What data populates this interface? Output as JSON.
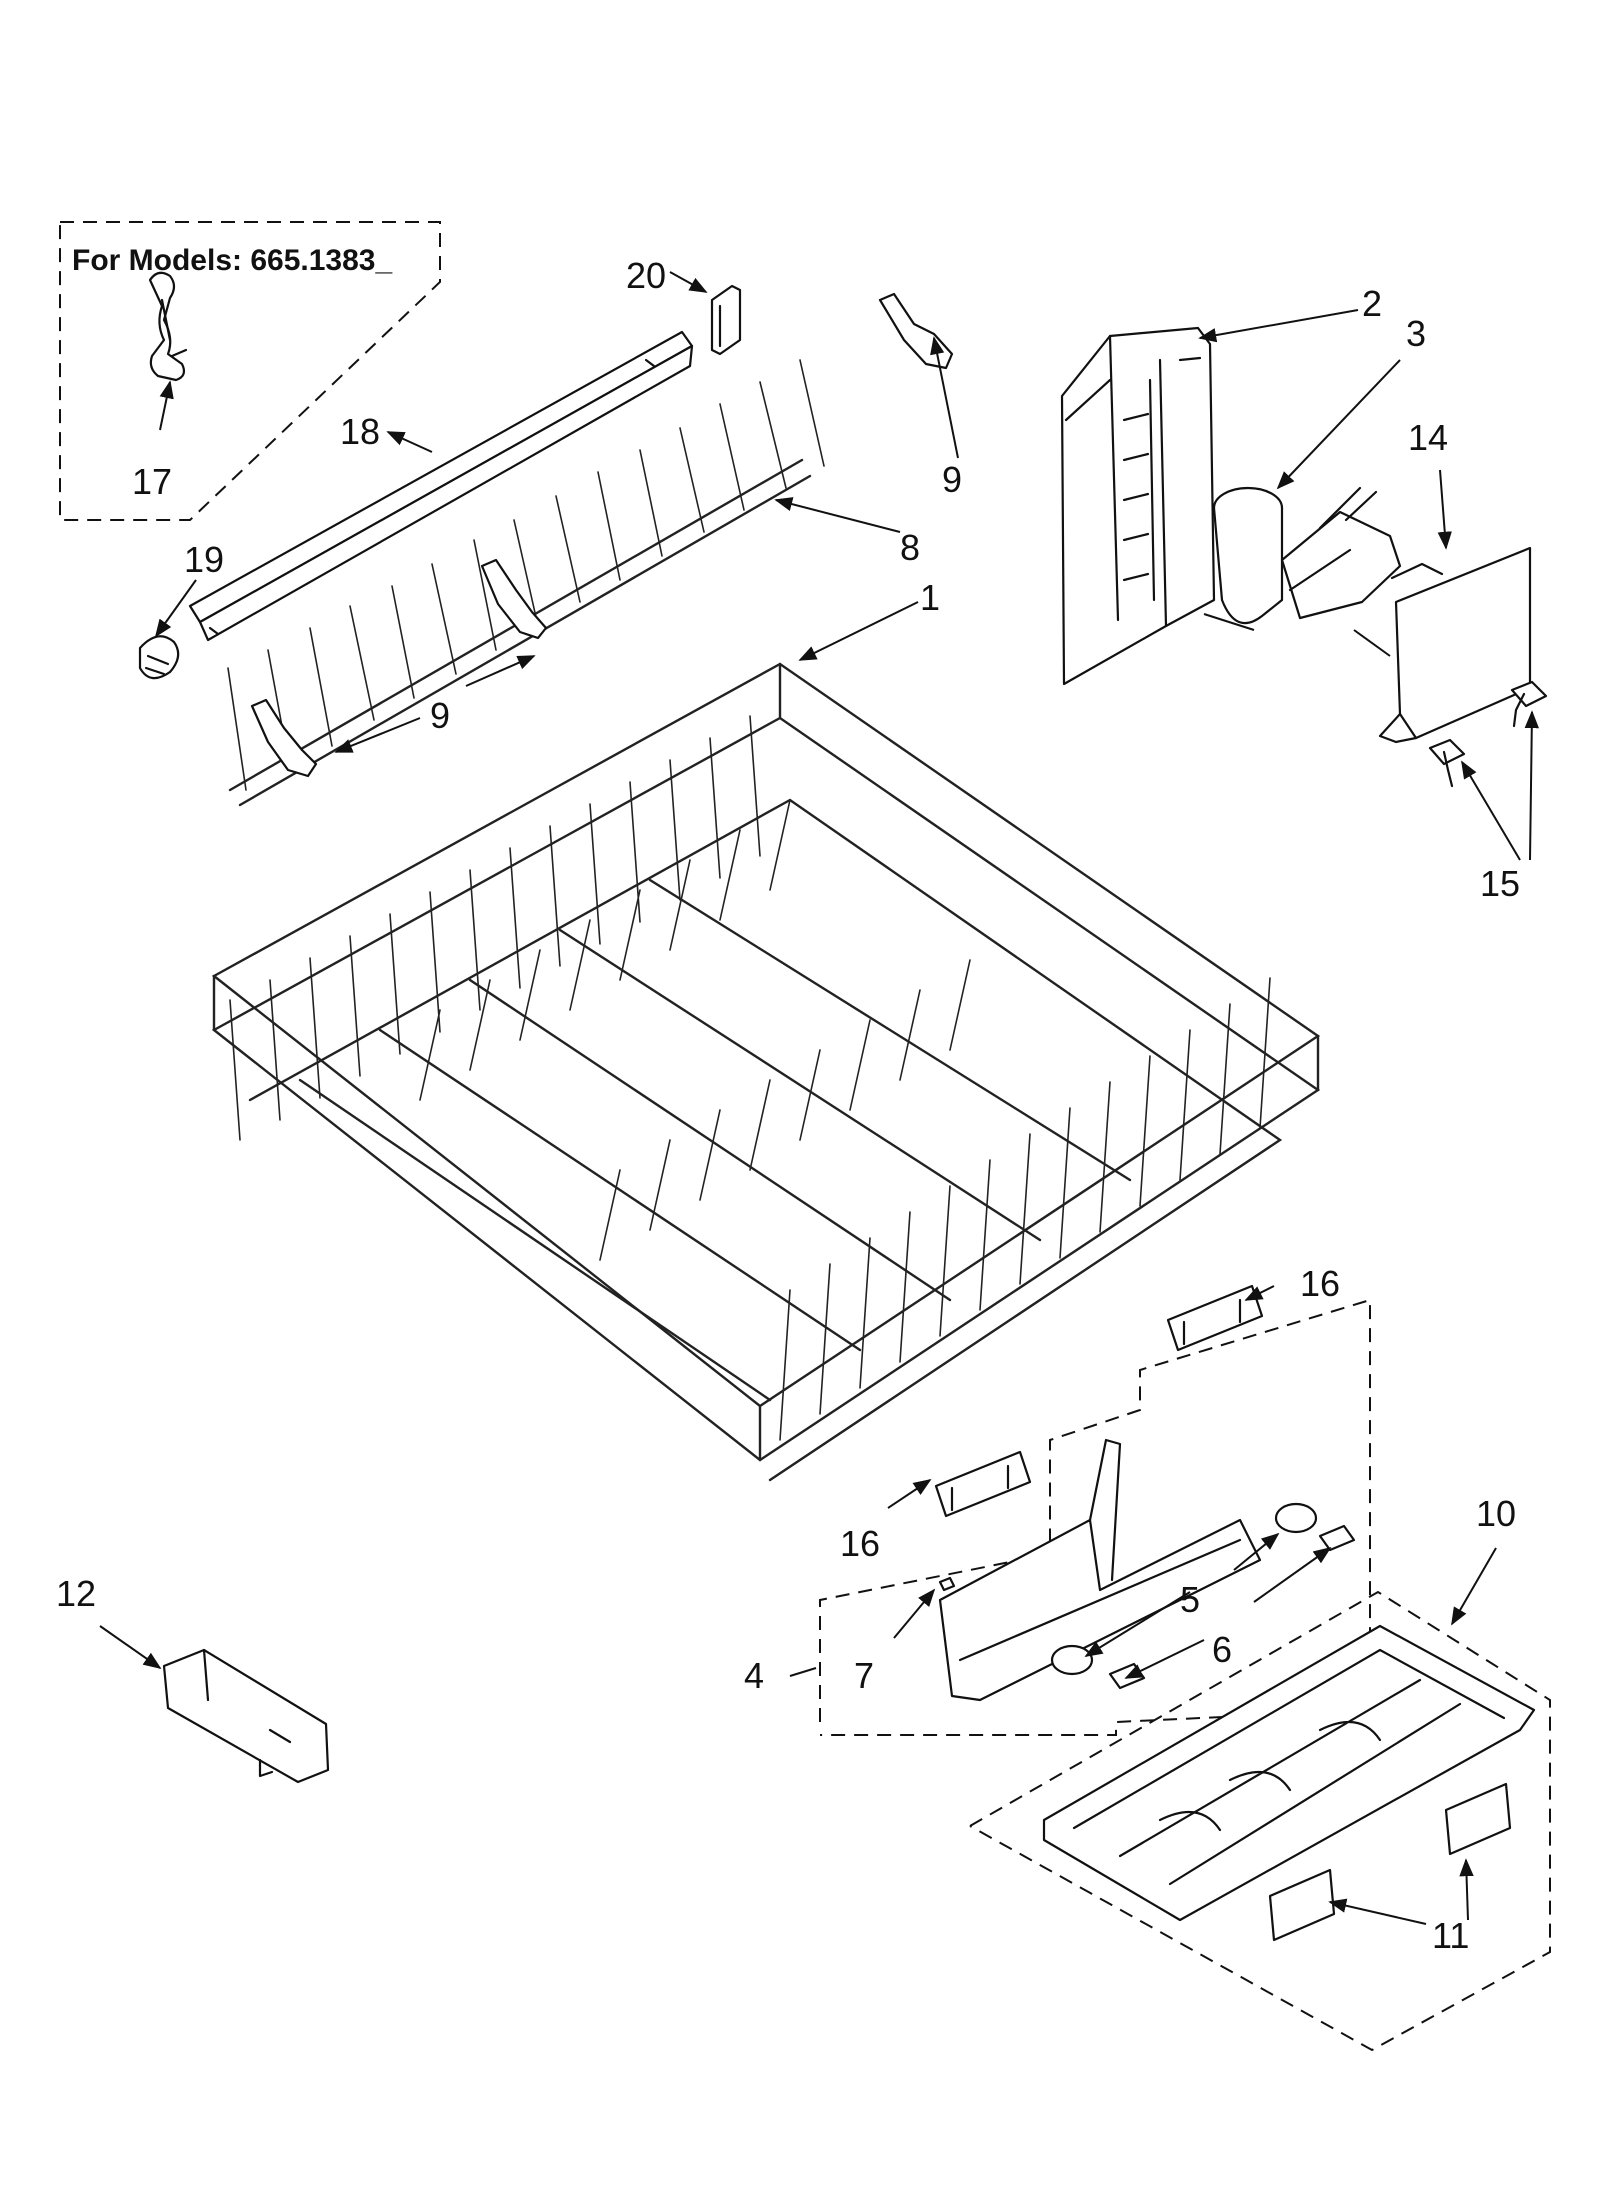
{
  "models_note": "For Models: 665.1383_",
  "callouts": [
    {
      "id": "1",
      "text": "1"
    },
    {
      "id": "2",
      "text": "2"
    },
    {
      "id": "3",
      "text": "3"
    },
    {
      "id": "4",
      "text": "4"
    },
    {
      "id": "5",
      "text": "5"
    },
    {
      "id": "6",
      "text": "6"
    },
    {
      "id": "7",
      "text": "7"
    },
    {
      "id": "8",
      "text": "8"
    },
    {
      "id": "9a",
      "text": "9"
    },
    {
      "id": "9b",
      "text": "9"
    },
    {
      "id": "10",
      "text": "10"
    },
    {
      "id": "11",
      "text": "11"
    },
    {
      "id": "12",
      "text": "12"
    },
    {
      "id": "14",
      "text": "14"
    },
    {
      "id": "15",
      "text": "15"
    },
    {
      "id": "16a",
      "text": "16"
    },
    {
      "id": "16b",
      "text": "16"
    },
    {
      "id": "17",
      "text": "17"
    },
    {
      "id": "18",
      "text": "18"
    },
    {
      "id": "19",
      "text": "19"
    },
    {
      "id": "20",
      "text": "20"
    }
  ]
}
